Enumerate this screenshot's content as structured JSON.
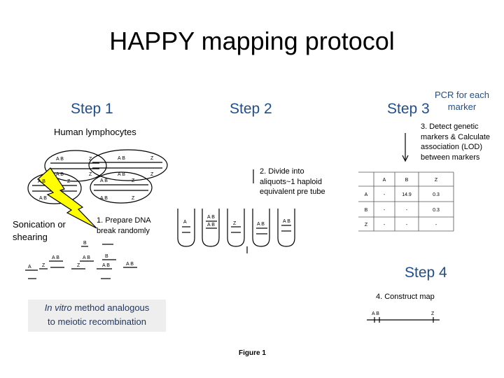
{
  "title": "HAPPY mapping protocol",
  "steps": {
    "step1": "Step 1",
    "step2": "Step 2",
    "step3": "Step 3",
    "step4": "Step 4"
  },
  "labels": {
    "pcr_line1": "PCR for each",
    "pcr_line2": "marker",
    "lymphocytes": "Human lymphocytes",
    "detect": [
      "3. Detect genetic",
      "markers & Calculate",
      "association (LOD)",
      "between markers"
    ],
    "divide": [
      "2. Divide into",
      "aliquots~1 haploid",
      "equivalent pre tube"
    ],
    "sonication": [
      "Sonication or",
      "shearing"
    ],
    "prepare": [
      "1. Prepare DNA",
      "break randomly"
    ],
    "construct": "4. Construct map",
    "invitro_em": "In vitro",
    "invitro_rest": " method analogous",
    "invitro_line2": "to meiotic recombination",
    "figure": "Figure 1"
  },
  "table": {
    "columns": [
      "A",
      "B",
      "Z"
    ],
    "rows": [
      {
        "label": "A",
        "cells": [
          "-",
          "14.9",
          "0.3"
        ]
      },
      {
        "label": "B",
        "cells": [
          "-",
          "-",
          "0.3"
        ]
      },
      {
        "label": "Z",
        "cells": [
          "-",
          "-",
          "-"
        ]
      }
    ]
  },
  "markers": {
    "a": "A",
    "b": "B",
    "z": "Z",
    "ab": "A B"
  },
  "colors": {
    "step": "#1f4e8c",
    "lightning": "#ffff00",
    "invitro_bg": "#eeeeee",
    "invitro_text": "#1f3864"
  }
}
